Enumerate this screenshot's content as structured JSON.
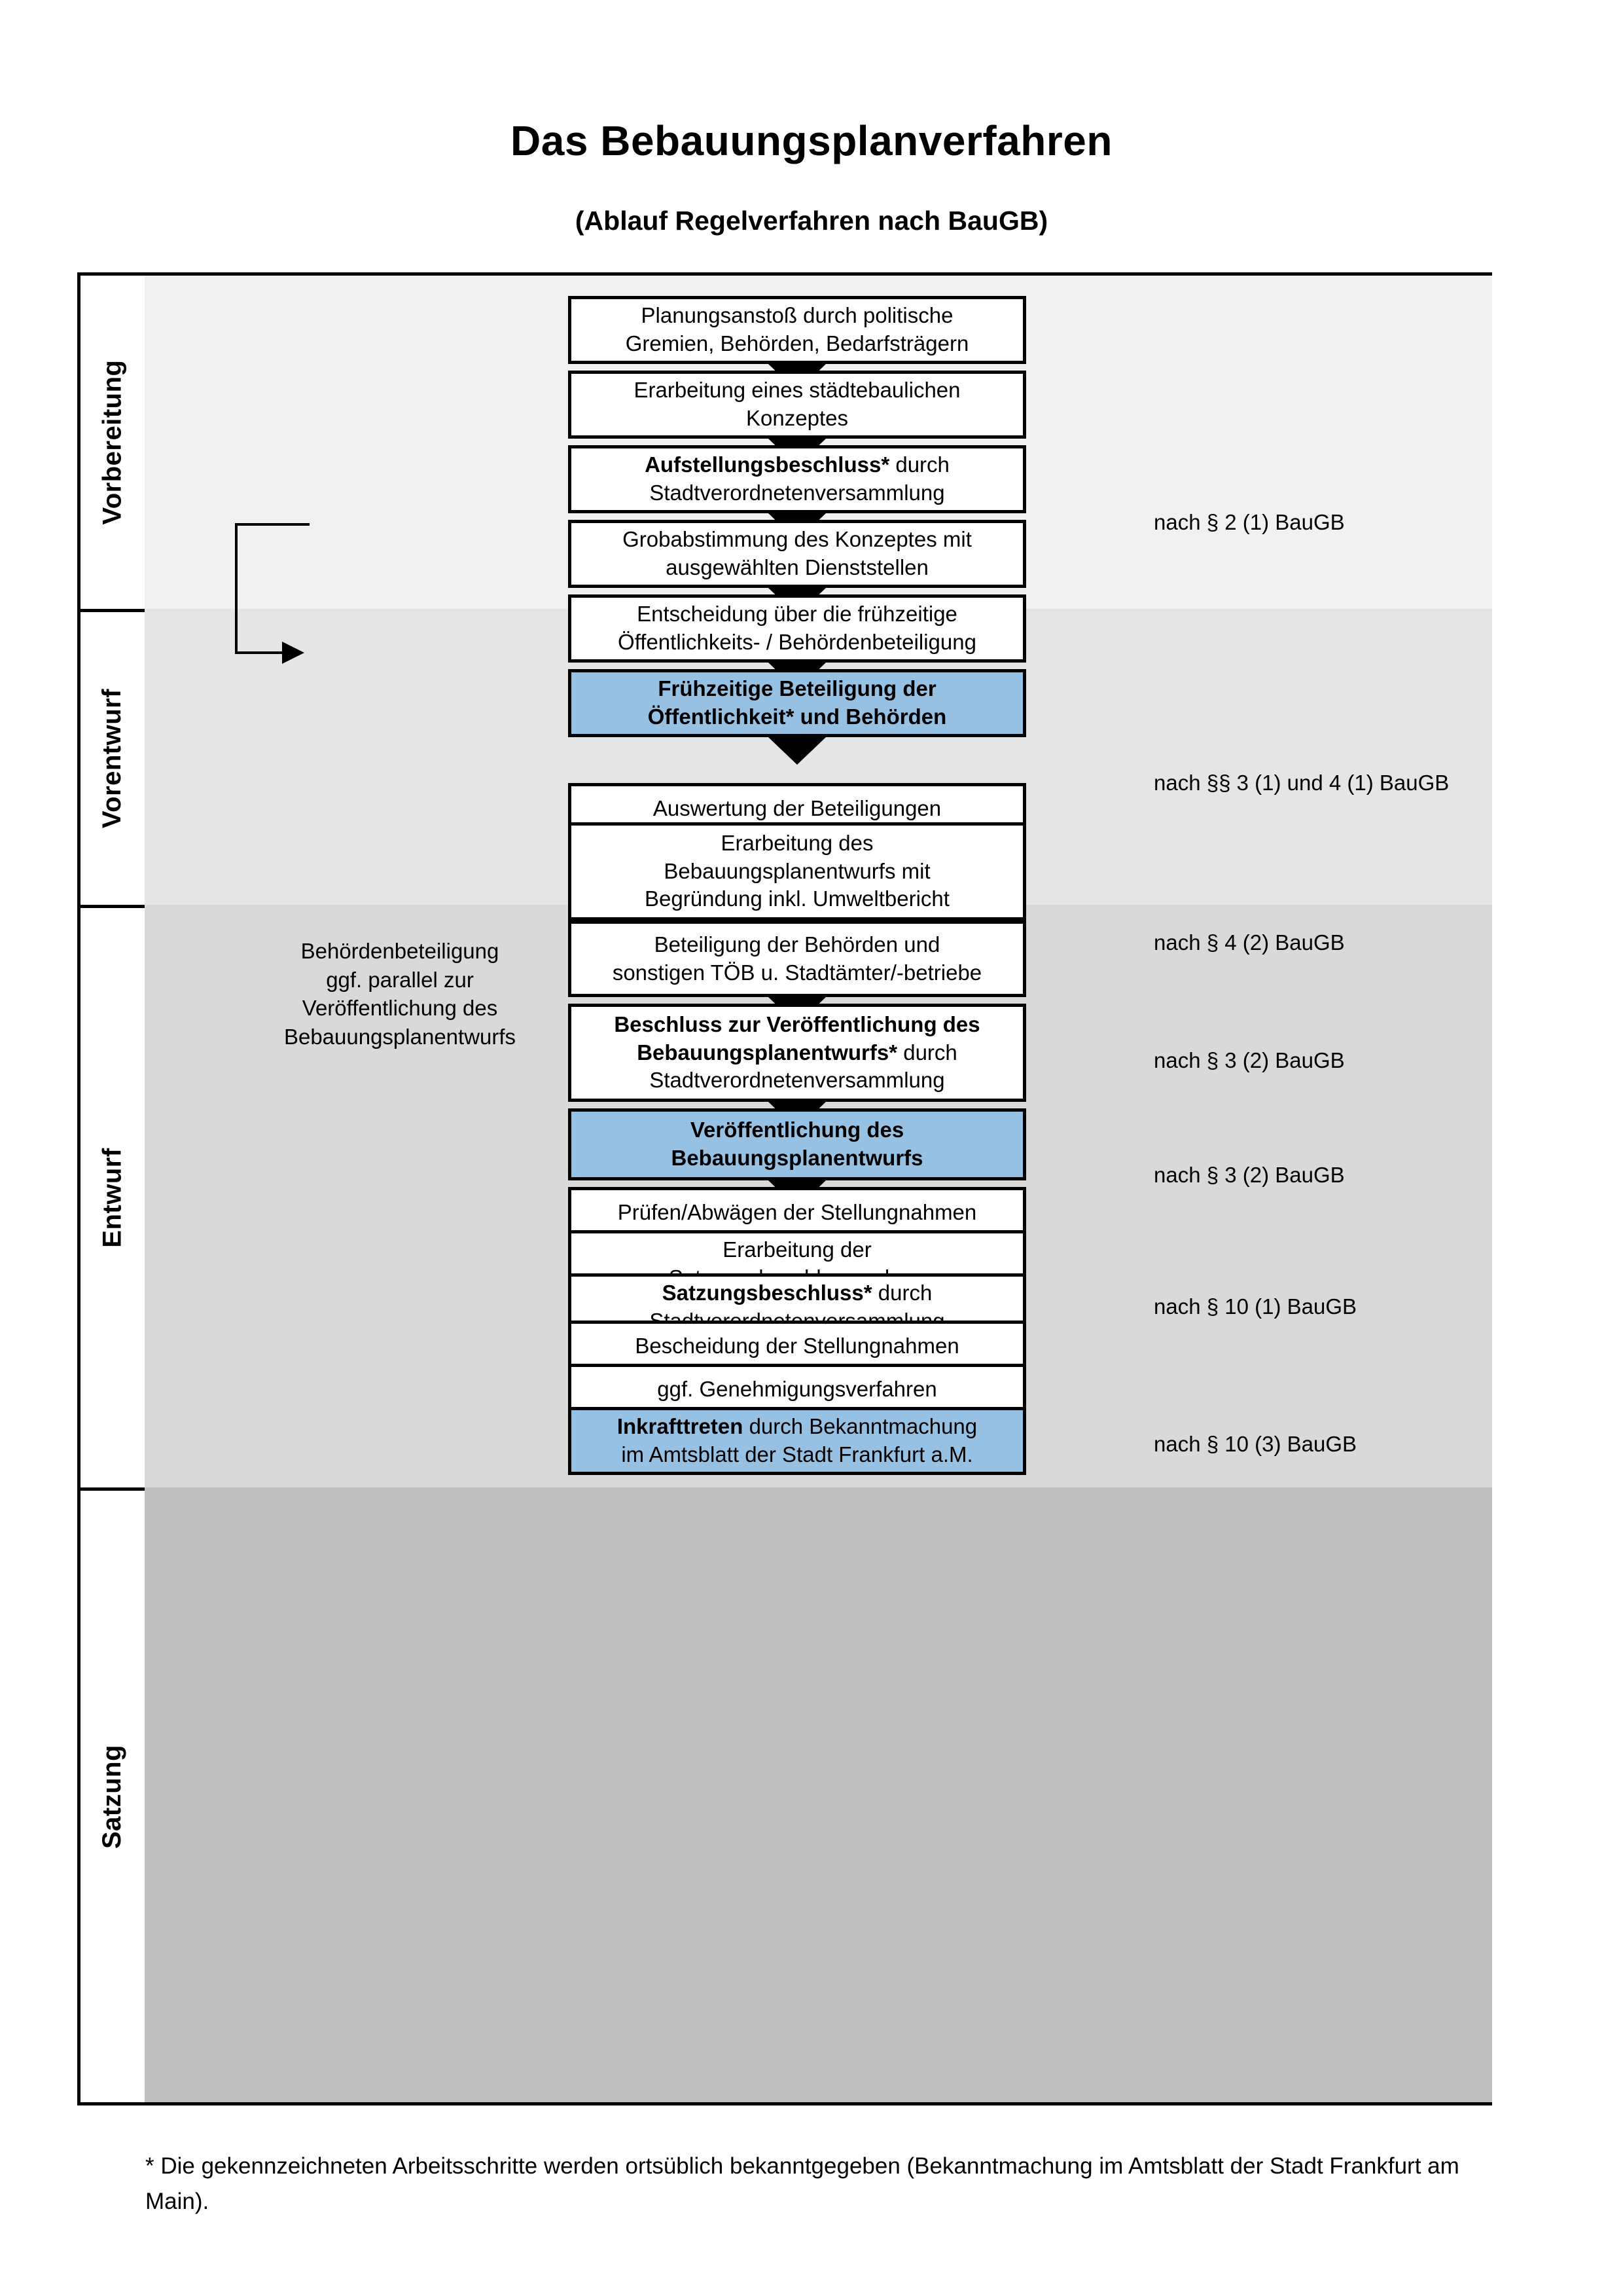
{
  "header": {
    "title": "Das Bebauungsplanverfahren",
    "subtitle": "(Ablauf Regelverfahren nach BauGB)"
  },
  "phases": [
    {
      "label": "Vorbereitung"
    },
    {
      "label": "Vorentwurf"
    },
    {
      "label": "Entwurf"
    },
    {
      "label": "Satzung"
    }
  ],
  "steps": [
    {
      "line1": "Planungsanstoß durch politische",
      "line2": "Gremien, Behörden, Bedarfsträgern",
      "bold": "",
      "highlight": false
    },
    {
      "line1": "Erarbeitung eines städtebaulichen",
      "line2": "Konzeptes",
      "bold": "",
      "highlight": false
    },
    {
      "bold": "Aufstellungsbeschluss*",
      "line1": " durch",
      "line2": "Stadtverordnetenversammlung",
      "highlight": false
    },
    {
      "line1": "Grobabstimmung des Konzeptes mit",
      "line2": "ausgewählten Dienststellen",
      "bold": "",
      "highlight": false
    },
    {
      "line1": "Entscheidung über die frühzeitige",
      "line2": "Öffentlichkeits- / Behördenbeteiligung",
      "bold": "",
      "highlight": false
    },
    {
      "boldline1": "Frühzeitige Beteiligung der",
      "boldline2": "Öffentlichkeit* und Behörden",
      "highlight": true
    },
    {
      "line1": "Auswertung der Beteiligungen",
      "bold": "",
      "highlight": false
    },
    {
      "line1": "Erarbeitung des",
      "line2": "Bebauungsplanentwurfs mit",
      "line3": "Begründung inkl. Umweltbericht",
      "bold": "",
      "highlight": false
    },
    {
      "line1": "Beteiligung der Behörden und",
      "line2": "sonstigen TÖB u. Stadtämter/-betriebe",
      "bold": "",
      "highlight": false
    },
    {
      "boldline1": "Beschluss zur Veröffentlichung des",
      "boldline2": "Bebauungsplanentwurfs*",
      "line2tail": " durch",
      "line3": "Stadtverordnetenversammlung",
      "highlight": false
    },
    {
      "boldline1": "Veröffentlichung des",
      "boldline2": "Bebauungsplanentwurfs",
      "highlight": true
    },
    {
      "line1": "Prüfen/Abwägen der Stellungnahmen",
      "bold": "",
      "highlight": false
    },
    {
      "line1": "Erarbeitung der",
      "line2": "Satzungsbeschlussvorlage",
      "bold": "",
      "highlight": false
    },
    {
      "bold": "Satzungsbeschluss*",
      "line1": " durch",
      "line2": "Stadtverordnetenversammlung",
      "highlight": false
    },
    {
      "line1": "Bescheidung der Stellungnahmen",
      "bold": "",
      "highlight": false
    },
    {
      "line1": "ggf. Genehmigungsverfahren",
      "bold": "",
      "highlight": false
    },
    {
      "bold": "Inkrafttreten",
      "line1": " durch Bekanntmachung",
      "line2": "im Amtsblatt der Stadt Frankfurt a.M.",
      "highlight": true
    }
  ],
  "law_labels": [
    {
      "text": "nach § 2 (1) BauGB"
    },
    {
      "text": "nach §§ 3 (1) und 4 (1) BauGB"
    },
    {
      "text": "nach § 4 (2) BauGB"
    },
    {
      "text": "nach § 3 (2) BauGB"
    },
    {
      "text": "nach § 3 (2) BauGB"
    },
    {
      "text": "nach § 10 (1) BauGB"
    },
    {
      "text": "nach § 10 (3) BauGB"
    }
  ],
  "side_note": {
    "line1": "Behördenbeteiligung",
    "line2": "ggf. parallel zur",
    "line3": "Veröffentlichung des",
    "line4": "Bebauungsplanentwurfs"
  },
  "footnote": {
    "text": "* Die gekennzeichneten Arbeitsschritte werden ortsüblich bekanntgegeben (Bekanntmachung im Amtsblatt  der Stadt Frankfurt am Main)."
  },
  "colors": {
    "highlight_blue": "#97c1e3",
    "band_1": "#f1f1f1",
    "band_2": "#e5e5e5",
    "band_3": "#d9d9d9",
    "band_4": "#bfbfbf"
  }
}
